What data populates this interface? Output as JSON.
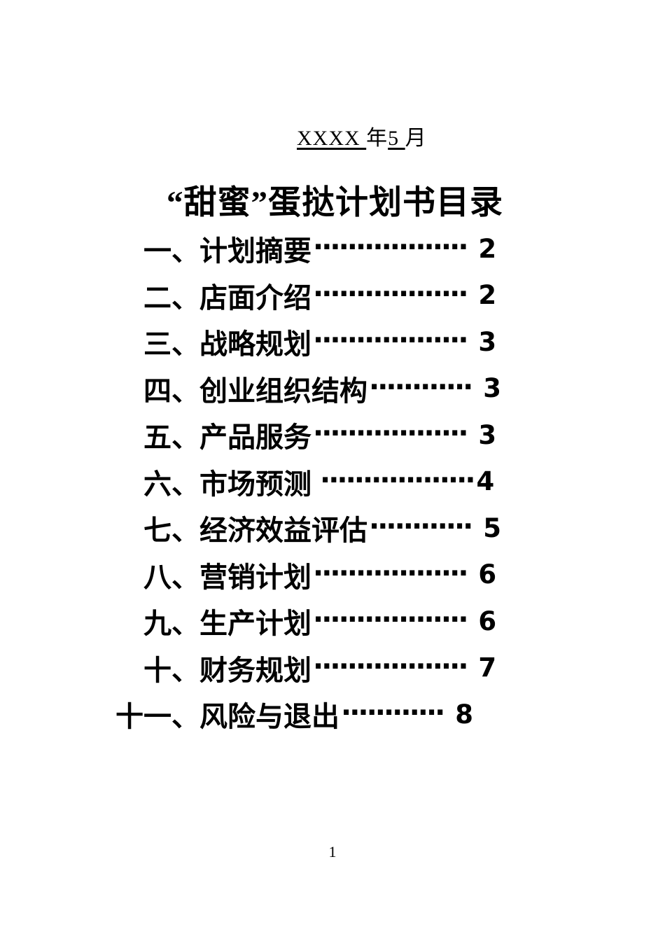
{
  "document": {
    "colors": {
      "text": "#000000",
      "background": "#ffffff"
    },
    "date_line": {
      "parts": [
        {
          "text": "XXXX ",
          "underline": true
        },
        {
          "text": "年",
          "underline": false
        },
        {
          "text": "5 ",
          "underline": true
        },
        {
          "text": "月",
          "underline": false
        }
      ]
    },
    "title": "“甜蜜”蛋挞计划书目录",
    "toc": {
      "items": [
        {
          "prefix": "一、",
          "title": "计划摘要",
          "dots": "··················",
          "page": " 2"
        },
        {
          "prefix": "二、",
          "title": "店面介绍",
          "dots": "··················",
          "page": " 2"
        },
        {
          "prefix": "三、",
          "title": "战略规划",
          "dots": "··················",
          "page": " 3"
        },
        {
          "prefix": "四、",
          "title": "创业组织结构",
          "dots": "············",
          "page": " 3"
        },
        {
          "prefix": "五、",
          "title": "产品服务",
          "dots": "··················",
          "page": " 3"
        },
        {
          "prefix": "六、",
          "title": "市场预测 ",
          "dots": "··················",
          "page": "4"
        },
        {
          "prefix": "七、",
          "title": "经济效益评估",
          "dots": "············",
          "page": " 5"
        },
        {
          "prefix": "八、",
          "title": "营销计划",
          "dots": "··················",
          "page": " 6"
        },
        {
          "prefix": "九、",
          "title": "生产计划",
          "dots": "··················",
          "page": " 6"
        },
        {
          "prefix": "十、",
          "title": "财务规划",
          "dots": "··················",
          "page": " 7"
        },
        {
          "prefix": "十一、",
          "title": "风险与退出",
          "dots": "············",
          "page": " 8"
        }
      ]
    },
    "footer": {
      "page_number": "1"
    }
  }
}
